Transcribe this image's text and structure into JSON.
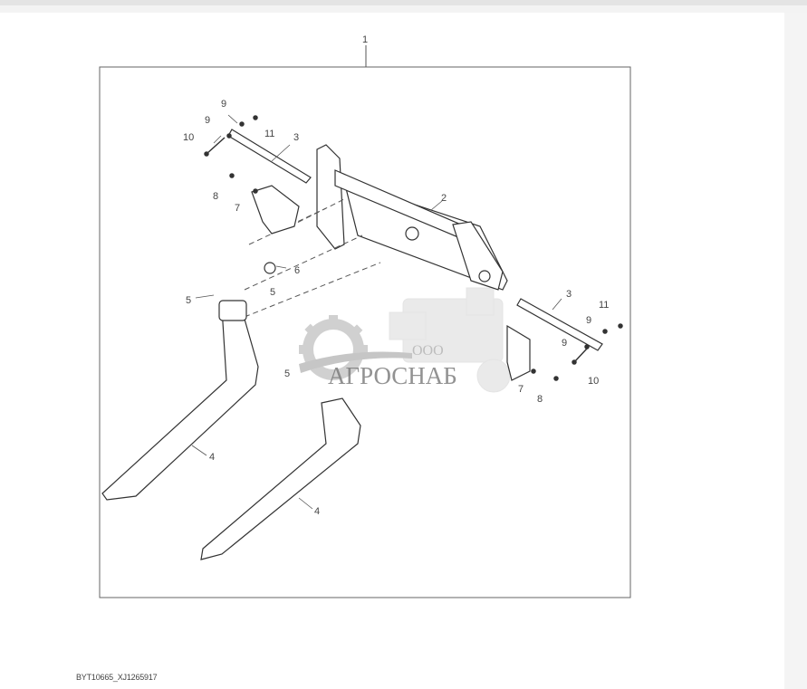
{
  "diagram": {
    "figure_id": "BYT10665_XJ1265917",
    "assembly_callout": "1",
    "callouts": [
      {
        "id": "c2",
        "label": "2"
      },
      {
        "id": "c3a",
        "label": "3"
      },
      {
        "id": "c3b",
        "label": "3"
      },
      {
        "id": "c4a",
        "label": "4"
      },
      {
        "id": "c4b",
        "label": "4"
      },
      {
        "id": "c5a",
        "label": "5"
      },
      {
        "id": "c5b",
        "label": "5"
      },
      {
        "id": "c5c",
        "label": "5"
      },
      {
        "id": "c6",
        "label": "6"
      },
      {
        "id": "c7a",
        "label": "7"
      },
      {
        "id": "c7b",
        "label": "7"
      },
      {
        "id": "c8a",
        "label": "8"
      },
      {
        "id": "c8b",
        "label": "8"
      },
      {
        "id": "c9a",
        "label": "9"
      },
      {
        "id": "c9b",
        "label": "9"
      },
      {
        "id": "c9c",
        "label": "9"
      },
      {
        "id": "c9d",
        "label": "9"
      },
      {
        "id": "c10a",
        "label": "10"
      },
      {
        "id": "c10b",
        "label": "10"
      },
      {
        "id": "c11a",
        "label": "11"
      },
      {
        "id": "c11b",
        "label": "11"
      }
    ]
  },
  "watermark": {
    "prefix": "ООО",
    "brand": "АГРОСНАБ",
    "icon": "gear-combine-harvester-icon"
  }
}
